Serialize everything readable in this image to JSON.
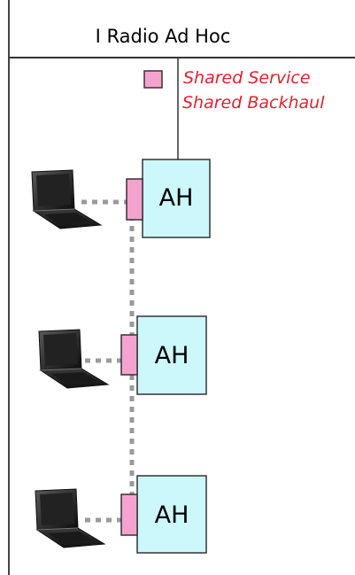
{
  "diagram": {
    "title": "I Radio Ad Hoc",
    "legend": {
      "line1": "Shared Service",
      "line2": "Shared Backhaul",
      "swatch_color": "#f4a3cf",
      "text_color": "#e8202e"
    },
    "nodes": [
      {
        "label": "AH"
      },
      {
        "label": "AH"
      },
      {
        "label": "AH"
      }
    ],
    "colors": {
      "node_fill": "#ccf7fb",
      "port_fill": "#f4a3cf",
      "link_dots": "#9a9a9a",
      "line": "#333333"
    },
    "icons": [
      "laptop-icon",
      "laptop-icon",
      "laptop-icon"
    ]
  }
}
